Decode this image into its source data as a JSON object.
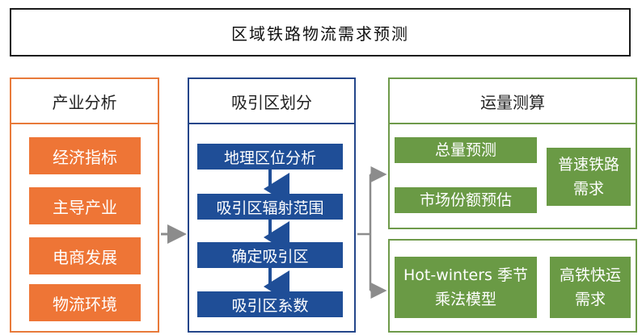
{
  "title": "区域铁路物流需求预测",
  "industry": {
    "header": "产业分析",
    "items": [
      "经济指标",
      "主导产业",
      "电商发展",
      "物流环境"
    ]
  },
  "attraction": {
    "header": "吸引区划分",
    "steps": [
      "地理区位分析",
      "吸引区辐射范围",
      "确定吸引区",
      "吸引区系数"
    ]
  },
  "volume": {
    "header": "运量测算",
    "total": "总量预测",
    "share": "市场份额预估",
    "ordinary": "普速铁路需求",
    "model": "Hot-winters 季节乘法模型",
    "highspeed": "高铁快运需求"
  },
  "colors": {
    "orange": "#ee7536",
    "blue": "#1f4e97",
    "green": "#6a9a45",
    "arrow": "#8c8c8c"
  }
}
